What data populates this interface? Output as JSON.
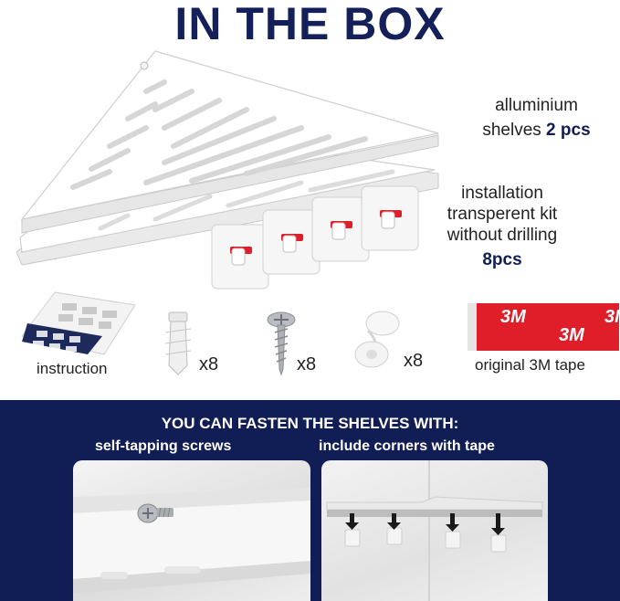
{
  "header": {
    "title": "IN THE BOX"
  },
  "shelves": {
    "line1": "alluminium",
    "line2_text": "shelves ",
    "line2_bold": "2 pcs"
  },
  "kit": {
    "line1": "installation",
    "line2": "transperent kit",
    "line3": "without drilling",
    "count": "8pcs"
  },
  "items": {
    "instruction": {
      "label": "instruction"
    },
    "anchors": {
      "count": "x8"
    },
    "screws": {
      "count": "x8"
    },
    "caps": {
      "count": "x8"
    },
    "tape": {
      "label": "original 3M tape",
      "brand": "3M"
    }
  },
  "fasten": {
    "heading": "YOU CAN FASTEN THE SHELVES WITH:",
    "left_label": "self-tapping screws",
    "right_label": "include corners with tape"
  },
  "colors": {
    "navy": "#111e55",
    "title": "#14205a",
    "tape_red": "#e01e2a"
  }
}
